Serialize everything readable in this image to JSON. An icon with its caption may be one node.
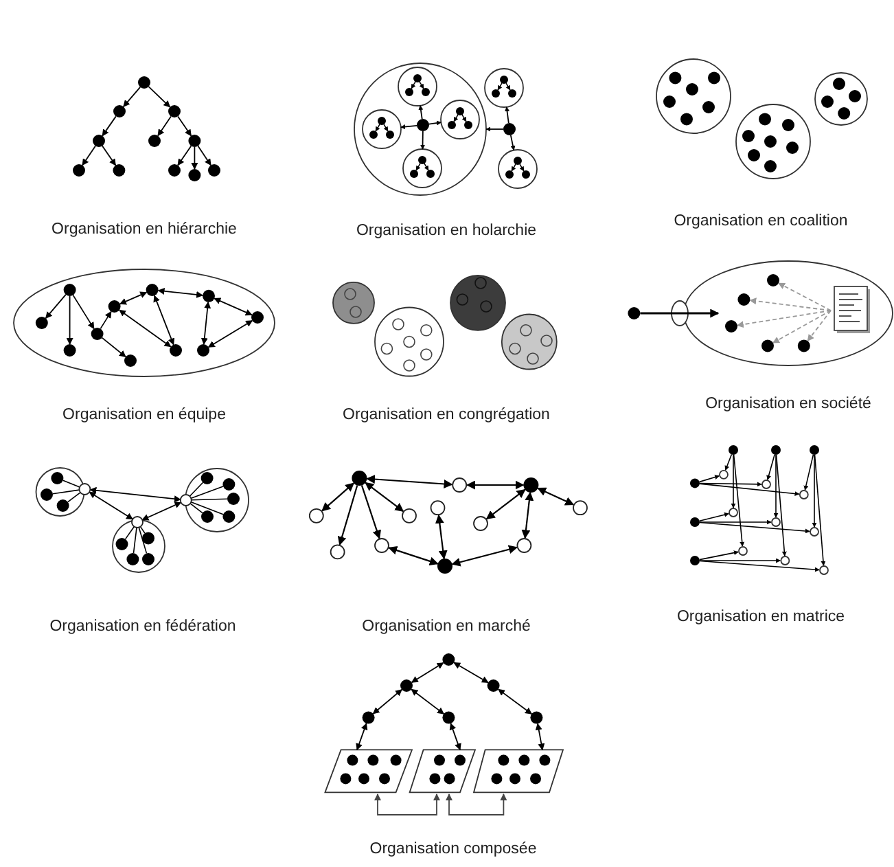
{
  "diagram": {
    "labels": [
      "Organisation en hiérarchie",
      "Organisation en holarchie",
      "Organisation en coalition",
      "Organisation en équipe",
      "Organisation en congrégation",
      "Organisation en société",
      "Organisation en fédération",
      "Organisation en marché",
      "Organisation en matrice",
      "Organisation composée"
    ]
  }
}
